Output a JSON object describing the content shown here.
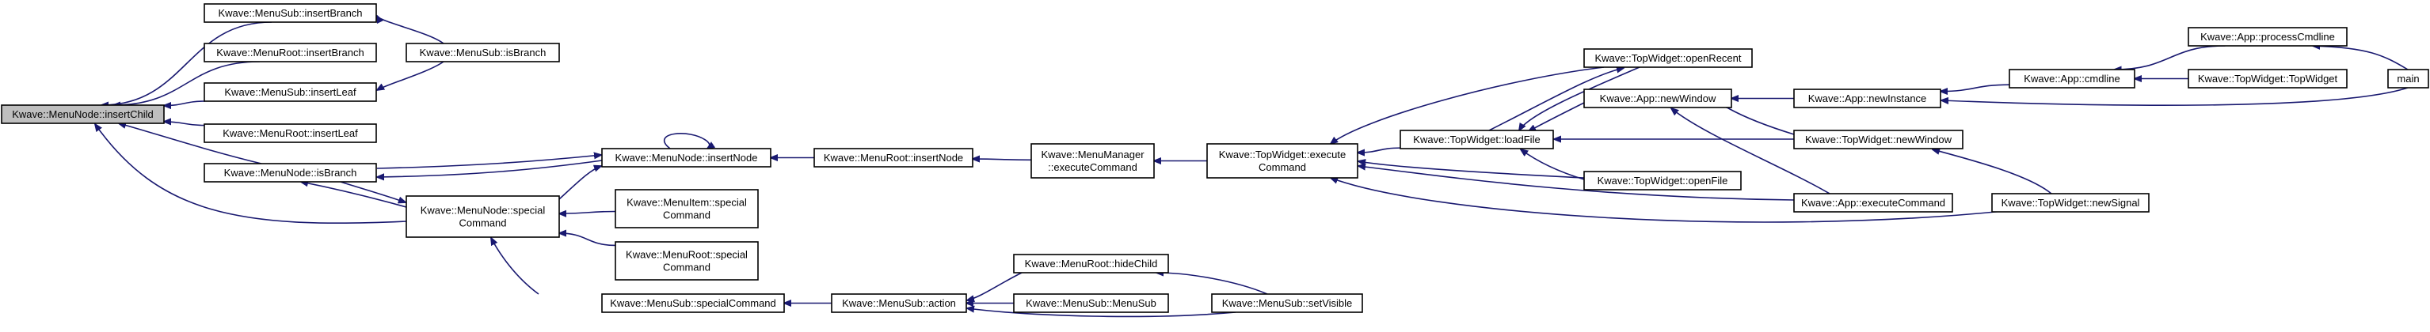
{
  "nodes": [
    {
      "id": "insertChild",
      "lines": [
        "Kwave::MenuNode::insertChild"
      ],
      "root": true
    },
    {
      "id": "sub_insertBranch",
      "lines": [
        "Kwave::MenuSub::insertBranch"
      ]
    },
    {
      "id": "root_insertBranch",
      "lines": [
        "Kwave::MenuRoot::insertBranch"
      ]
    },
    {
      "id": "sub_isBranch",
      "lines": [
        "Kwave::MenuSub::isBranch"
      ]
    },
    {
      "id": "sub_insertLeaf",
      "lines": [
        "Kwave::MenuSub::insertLeaf"
      ]
    },
    {
      "id": "root_insertLeaf",
      "lines": [
        "Kwave::MenuRoot::insertLeaf"
      ]
    },
    {
      "id": "node_isBranch",
      "lines": [
        "Kwave::MenuNode::isBranch"
      ]
    },
    {
      "id": "node_special",
      "lines": [
        "Kwave::MenuNode::special",
        "Command"
      ]
    },
    {
      "id": "node_insertNode",
      "lines": [
        "Kwave::MenuNode::insertNode"
      ]
    },
    {
      "id": "item_special",
      "lines": [
        "Kwave::MenuItem::special",
        "Command"
      ]
    },
    {
      "id": "rootmenu_special",
      "lines": [
        "Kwave::MenuRoot::special",
        "Command"
      ]
    },
    {
      "id": "sub_special",
      "lines": [
        "Kwave::MenuSub::specialCommand"
      ]
    },
    {
      "id": "root_insertNode",
      "lines": [
        "Kwave::MenuRoot::insertNode"
      ]
    },
    {
      "id": "mm_execute",
      "lines": [
        "Kwave::MenuManager",
        "::executeCommand"
      ]
    },
    {
      "id": "tw_execute",
      "lines": [
        "Kwave::TopWidget::execute",
        "Command"
      ]
    },
    {
      "id": "tw_loadFile",
      "lines": [
        "Kwave::TopWidget::loadFile"
      ]
    },
    {
      "id": "tw_openRecent",
      "lines": [
        "Kwave::TopWidget::openRecent"
      ]
    },
    {
      "id": "tw_openFile",
      "lines": [
        "Kwave::TopWidget::openFile"
      ]
    },
    {
      "id": "app_newWindow",
      "lines": [
        "Kwave::App::newWindow"
      ]
    },
    {
      "id": "app_newInstance",
      "lines": [
        "Kwave::App::newInstance"
      ]
    },
    {
      "id": "tw_newWindow",
      "lines": [
        "Kwave::TopWidget::newWindow"
      ]
    },
    {
      "id": "app_execute",
      "lines": [
        "Kwave::App::executeCommand"
      ]
    },
    {
      "id": "tw_newSignal",
      "lines": [
        "Kwave::TopWidget::newSignal"
      ]
    },
    {
      "id": "app_cmdline",
      "lines": [
        "Kwave::App::cmdline"
      ]
    },
    {
      "id": "app_process",
      "lines": [
        "Kwave::App::processCmdline"
      ]
    },
    {
      "id": "tw_ctor",
      "lines": [
        "Kwave::TopWidget::TopWidget"
      ]
    },
    {
      "id": "main",
      "lines": [
        "main"
      ]
    },
    {
      "id": "sub_action",
      "lines": [
        "Kwave::MenuSub::action"
      ]
    },
    {
      "id": "root_hideChild",
      "lines": [
        "Kwave::MenuRoot::hideChild"
      ]
    },
    {
      "id": "sub_ctor",
      "lines": [
        "Kwave::MenuSub::MenuSub"
      ]
    },
    {
      "id": "sub_setVisible",
      "lines": [
        "Kwave::MenuSub::setVisible"
      ]
    }
  ],
  "edges": [
    [
      "sub_insertBranch",
      "insertChild"
    ],
    [
      "root_insertBranch",
      "insertChild"
    ],
    [
      "sub_insertLeaf",
      "insertChild"
    ],
    [
      "root_insertLeaf",
      "insertChild"
    ],
    [
      "node_isBranch",
      "insertChild"
    ],
    [
      "node_special",
      "insertChild"
    ],
    [
      "sub_isBranch",
      "sub_insertBranch"
    ],
    [
      "sub_isBranch",
      "sub_insertLeaf"
    ],
    [
      "node_insertNode",
      "node_isBranch"
    ],
    [
      "node_special",
      "node_isBranch"
    ],
    [
      "node_isBranch",
      "node_insertNode"
    ],
    [
      "node_insertNode",
      "node_insertNode"
    ],
    [
      "node_special",
      "node_insertNode"
    ],
    [
      "root_insertNode",
      "node_insertNode"
    ],
    [
      "node_isBranch",
      "node_special"
    ],
    [
      "item_special",
      "node_special"
    ],
    [
      "rootmenu_special",
      "node_special"
    ],
    [
      "sub_special",
      "node_special"
    ],
    [
      "mm_execute",
      "root_insertNode"
    ],
    [
      "tw_execute",
      "mm_execute"
    ],
    [
      "tw_loadFile",
      "tw_execute"
    ],
    [
      "tw_openRecent",
      "tw_execute"
    ],
    [
      "tw_openFile",
      "tw_execute"
    ],
    [
      "app_execute",
      "tw_execute"
    ],
    [
      "tw_newSignal",
      "tw_execute"
    ],
    [
      "tw_openRecent",
      "tw_loadFile"
    ],
    [
      "tw_openFile",
      "tw_loadFile"
    ],
    [
      "app_newWindow",
      "tw_loadFile"
    ],
    [
      "tw_newWindow",
      "tw_loadFile"
    ],
    [
      "tw_loadFile",
      "tw_openRecent"
    ],
    [
      "app_newInstance",
      "app_newWindow"
    ],
    [
      "tw_newWindow",
      "app_newWindow"
    ],
    [
      "app_execute",
      "app_newWindow"
    ],
    [
      "app_cmdline",
      "app_newInstance"
    ],
    [
      "main",
      "app_newInstance"
    ],
    [
      "tw_newSignal",
      "tw_newWindow"
    ],
    [
      "app_process",
      "app_cmdline"
    ],
    [
      "tw_ctor",
      "app_cmdline"
    ],
    [
      "main",
      "app_process"
    ],
    [
      "sub_action",
      "sub_special"
    ],
    [
      "root_hideChild",
      "sub_action"
    ],
    [
      "sub_ctor",
      "sub_action"
    ],
    [
      "sub_setVisible",
      "sub_action"
    ],
    [
      "sub_setVisible",
      "root_hideChild"
    ]
  ]
}
